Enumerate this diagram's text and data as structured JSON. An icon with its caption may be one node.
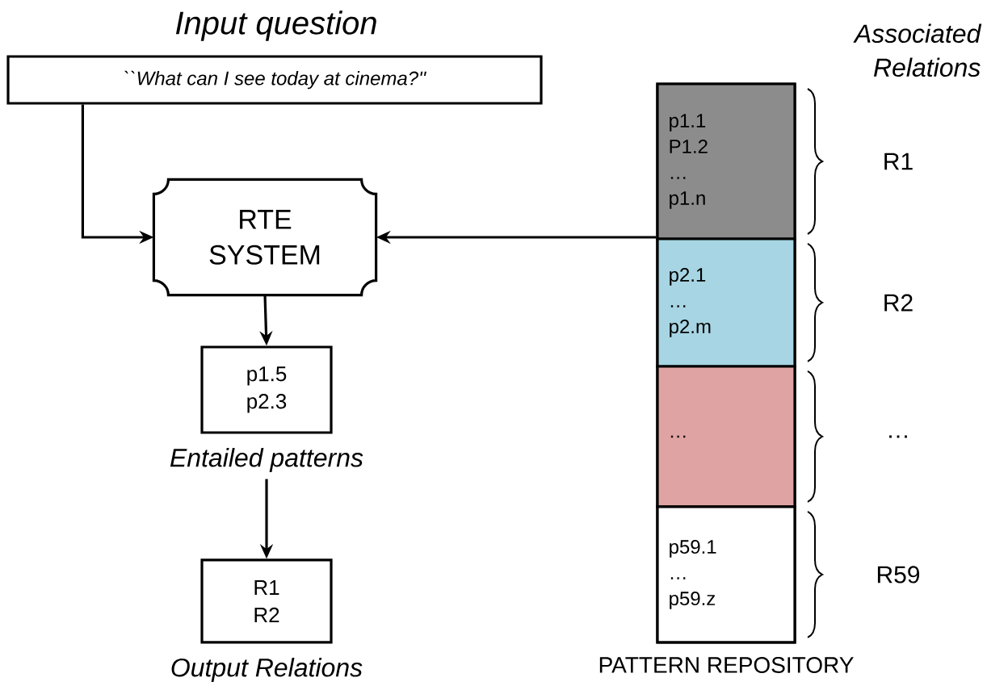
{
  "diagram": {
    "nodes": [
      {
        "text": [
          "Input question",
          "``What can I see today at cinema?''"
        ]
      },
      {
        "text": [
          "RTE SYSTEM"
        ]
      },
      {
        "text": [
          "p1.5 p2.3"
        ],
        "beside": [
          "Entailed patterns"
        ]
      },
      {
        "text": [
          "R1 R2"
        ],
        "beside": [
          "Output Relations"
        ]
      },
      {
        "text": [
          "PATTERN REPOSITORY"
        ]
      },
      {
        "text": [
          "p1.1 P1.2 … p1.n"
        ],
        "in": 4
      },
      {
        "text": [
          "p2.1 … p2.m"
        ],
        "in": 4
      },
      {
        "text": [
          "…"
        ],
        "in": 4
      },
      {
        "text": [
          "p59.1 … p59.z"
        ],
        "in": 4
      }
    ],
    "edges": [
      {
        "from": 0,
        "to": 1,
        "arrow": "to"
      },
      {
        "from": 4,
        "to": 1,
        "arrow": "to"
      },
      {
        "from": 1,
        "to": 2,
        "arrow": "to"
      },
      {
        "from": 2,
        "to": 3,
        "arrow": "to"
      }
    ],
    "labels": [
      "Associated Relations",
      "R1",
      "R2",
      "…",
      "R59"
    ]
  }
}
